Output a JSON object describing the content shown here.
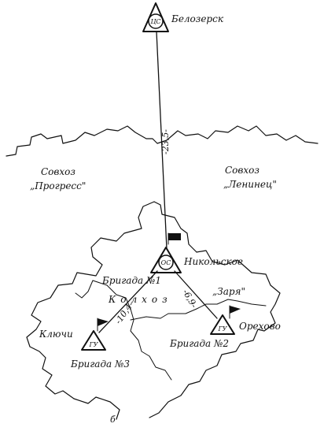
{
  "stations": {
    "belozersk": {
      "name": "Белозерск",
      "code": "ЦС"
    },
    "nikolskoe": {
      "name": "Никольское",
      "code": "ОС"
    },
    "orekhovo": {
      "name": "Орехово",
      "code": "ГУ"
    },
    "klyuchi": {
      "name": "Ключи",
      "code": "ГУ"
    }
  },
  "regions": {
    "progress": {
      "line1": "Совхоз",
      "line2": "„Прогресс\""
    },
    "leninets": {
      "line1": "Совхоз",
      "line2": "„Ленинец\""
    },
    "kolkhoz_word": "Колхоз",
    "zarya": "„Заря\"",
    "brigade1": "Бригада №1",
    "brigade2": "Бригада №2",
    "brigade3": "Бригада №3"
  },
  "distances": {
    "belozersk_nikolskoe": "-23,5-",
    "nikolskoe_orekhovo": "-6,9-",
    "nikolskoe_klyuchi": "-10,4-"
  },
  "figure_mark": "б"
}
